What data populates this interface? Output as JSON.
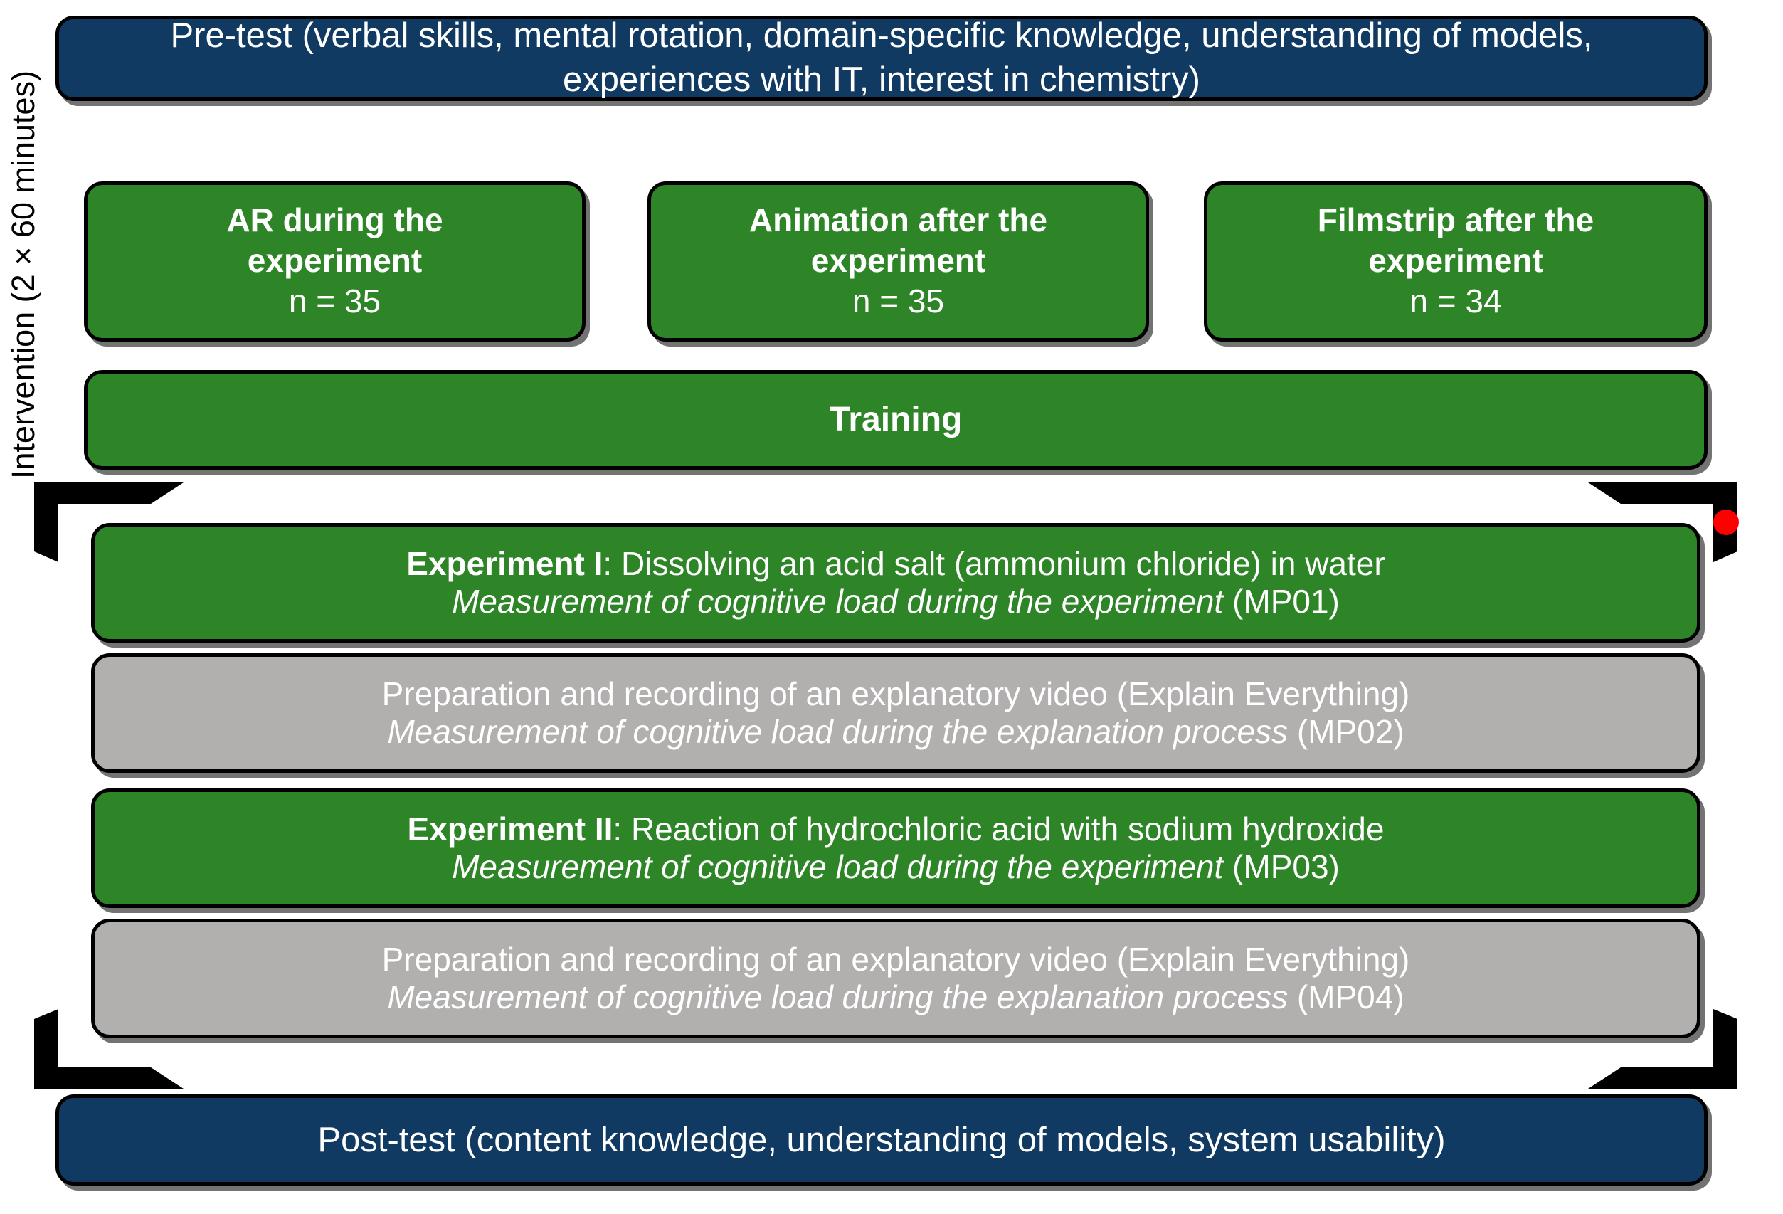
{
  "diagram": {
    "title": "Study design flow chart",
    "colors": {
      "blue": "#113A63",
      "green": "#2E8527",
      "gray": "#B2AFAF",
      "text": "#FFFFFF",
      "bracket": "#000000",
      "cursor": "#FF0000"
    }
  },
  "pretest": {
    "line1": "Pre-test (verbal skills, mental rotation, domain-specific knowledge, understanding of models,",
    "line2": "experiences with IT, interest in chemistry)"
  },
  "conditions": [
    {
      "name": "ar",
      "title_line1": "AR during the",
      "title_line2": "experiment",
      "n": "n = 35"
    },
    {
      "name": "animation",
      "title_line1": "Animation after the",
      "title_line2": "experiment",
      "n": "n = 35"
    },
    {
      "name": "filmstrip",
      "title_line1": "Filmstrip after the",
      "title_line2": "experiment",
      "n": "n = 34"
    }
  ],
  "training": {
    "label": "Training"
  },
  "intervention": {
    "label": "Intervention (2 × 60 minutes)"
  },
  "experiment1": {
    "label_bold": "Experiment I",
    "label_rest": ": Dissolving an acid salt (ammonium chloride) in water",
    "measure_italic": "Measurement of cognitive load during the experiment",
    "measure_code": " (MP01)"
  },
  "video1": {
    "line1": "Preparation and recording of an explanatory video (Explain Everything)",
    "measure_italic": "Measurement of cognitive load during the explanation process",
    "measure_code": " (MP02)"
  },
  "experiment2": {
    "label_bold": "Experiment II",
    "label_rest": ": Reaction of hydrochloric acid with sodium hydroxide",
    "measure_italic": "Measurement of cognitive load during the experiment",
    "measure_code": " (MP03)"
  },
  "video2": {
    "line1": "Preparation and recording of an explanatory video (Explain Everything)",
    "measure_italic": "Measurement of cognitive load during the explanation process",
    "measure_code": " (MP04)"
  },
  "posttest": {
    "line1": "Post-test (content knowledge, understanding of models, system usability)"
  }
}
